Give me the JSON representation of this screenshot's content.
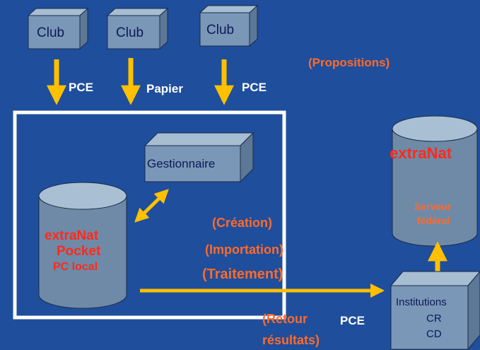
{
  "colors": {
    "background": "#1f4e9c",
    "arrow": "#ffc000",
    "box_front": "#7a97b8",
    "box_side": "#5c7896",
    "box_top": "#a7bdd2",
    "cylinder_body": "#6f8aa7",
    "cylinder_top": "#a9bfd4",
    "frame": "#ffffff",
    "label_white": "#ffffff",
    "label_orange": "#ff6a2a",
    "label_red": "#ff2a1a"
  },
  "clubs": [
    {
      "label": "Club",
      "channel": "PCE"
    },
    {
      "label": "Club",
      "channel": "Papier"
    },
    {
      "label": "Club",
      "channel": "PCE"
    }
  ],
  "gestionnaire": {
    "label": "Gestionnaire"
  },
  "local_db": {
    "title_1": "extraNat",
    "title_2": "Pocket",
    "subtitle": "PC local"
  },
  "server_db": {
    "title": "extraNat",
    "subtitle_1": "Serveur",
    "subtitle_2": "fédéral"
  },
  "institutions": {
    "line_1": "Institutions",
    "line_2": "CR",
    "line_3": "CD"
  },
  "annotations": {
    "propositions": "(Propositions)",
    "creation": "(Création)",
    "importation": "(Importation)",
    "traitement": "(Traitement)",
    "retour_1": "(Retour",
    "retour_2": "résultats)",
    "pce_bottom": "PCE"
  }
}
